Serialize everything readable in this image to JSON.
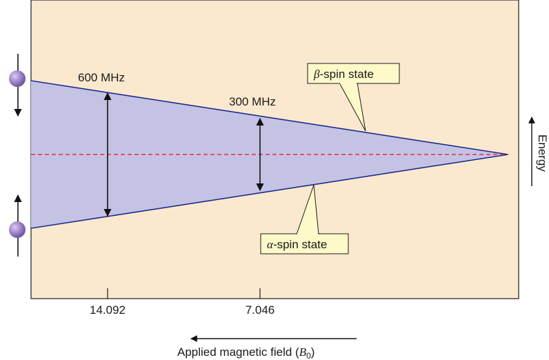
{
  "colors": {
    "panel_bg": "#fbe9cf",
    "wedge_fill": "#c5c3e4",
    "wedge_edge": "#1d2a8e",
    "midline": "#e0304e",
    "label_box": "#fdf9c9",
    "arrow": "#111111",
    "nucleus": "#9b82c8"
  },
  "labels": {
    "freq_600": "600 MHz",
    "freq_300": "300 MHz",
    "beta_symbol": "β",
    "beta_rest": "-spin state",
    "alpha_symbol": "α",
    "alpha_rest": "-spin state",
    "energy": "Energy",
    "xaxis_main": "Applied magnetic field (",
    "xaxis_var": "B",
    "xaxis_sub": "0",
    "xaxis_close": ")"
  },
  "axis": {
    "ticks": [
      "14.092",
      "7.046"
    ]
  },
  "icons": {
    "spin_up_nucleus": "nucleus-spin-down-icon",
    "spin_down_nucleus": "nucleus-spin-up-icon"
  }
}
